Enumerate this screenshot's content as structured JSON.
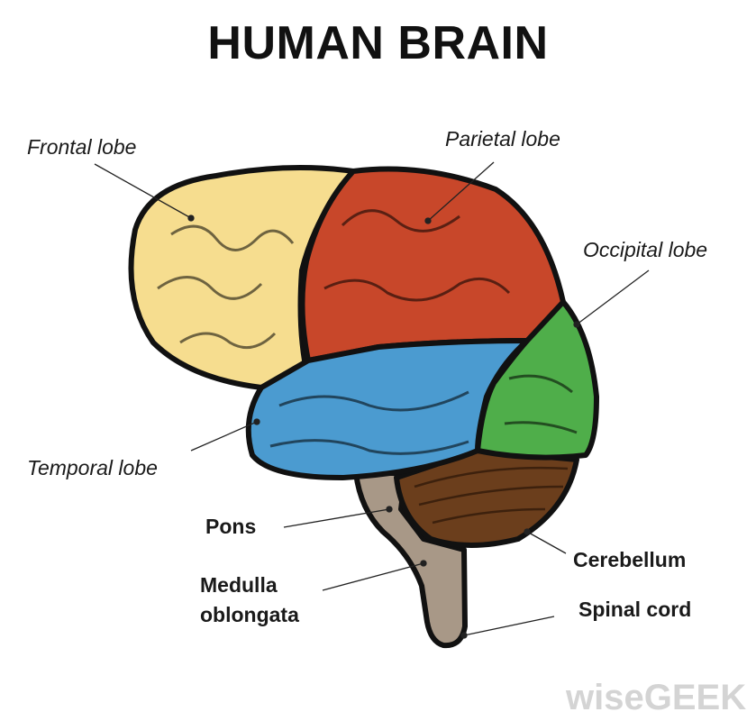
{
  "title": "HUMAN BRAIN",
  "labels": {
    "frontal": "Frontal lobe",
    "parietal": "Parietal lobe",
    "occipital": "Occipital lobe",
    "temporal": "Temporal lobe",
    "pons": "Pons",
    "medulla_1": "Medulla",
    "medulla_2": "oblongata",
    "cerebellum": "Cerebellum",
    "spinal": "Spinal cord"
  },
  "watermark": "wiseGEEK",
  "colors": {
    "frontal": "#f6dd8f",
    "parietal": "#c8472a",
    "occipital": "#4fae4a",
    "temporal": "#4b9bd0",
    "cerebellum": "#6b3e1c",
    "brainstem": "#a89887"
  }
}
